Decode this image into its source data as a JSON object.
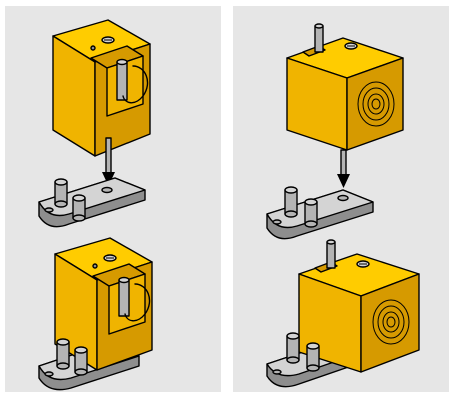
{
  "figure": {
    "panels": [
      {
        "id": "left",
        "variant": "cube-with-slot",
        "steps": [
          "assembly-exploded",
          "assembly-mounted"
        ],
        "motion": "down-arrow-into-mount"
      },
      {
        "id": "right",
        "variant": "cube-with-ring-face",
        "steps": [
          "assembly-exploded",
          "assembly-mounted"
        ],
        "motion": "down-arrow-into-mount"
      }
    ],
    "colors": {
      "panel_bg": "#e6e6e6",
      "housing_light": "#ffcc00",
      "housing_mid": "#f0b400",
      "housing_dark": "#d69a00",
      "metal_light": "#d4d4d4",
      "metal_mid": "#b4b4b4",
      "metal_dark": "#8e8e8e",
      "outline": "#000000"
    },
    "icons": [
      "screw-icon",
      "pin-icon",
      "arrow-down-icon",
      "ring-target-icon"
    ]
  }
}
